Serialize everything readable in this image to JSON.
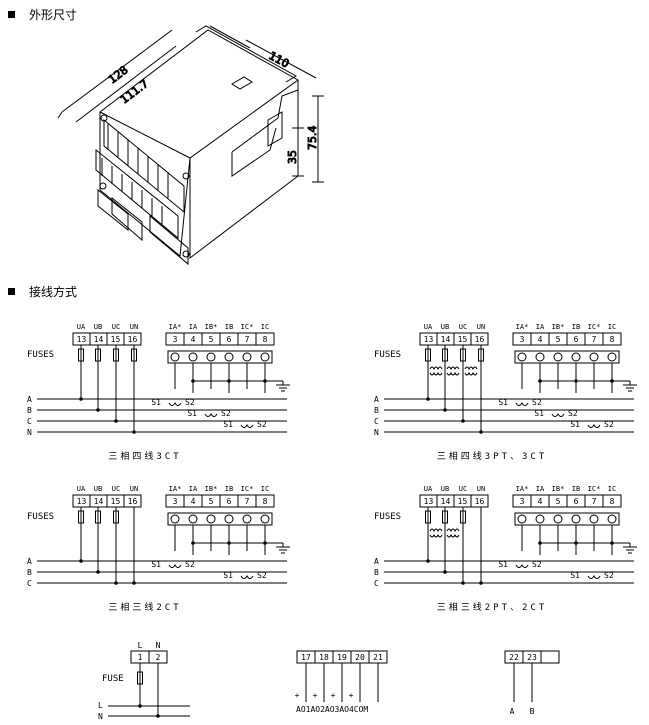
{
  "headings": {
    "dimensions": "外形尺寸",
    "wiring": "接线方式"
  },
  "dimensions": {
    "d128": "128",
    "d111_7": "111.7",
    "d110": "110",
    "d35": "35",
    "d75_4": "75.4"
  },
  "diagrams": {
    "d1": {
      "vlabels": [
        "UA",
        "UB",
        "UC",
        "UN"
      ],
      "vterms": [
        "13",
        "14",
        "15",
        "16"
      ],
      "ilabels": [
        "IA*",
        "IA",
        "IB*",
        "IB",
        "IC*",
        "IC"
      ],
      "iterms": [
        "3",
        "4",
        "5",
        "6",
        "7",
        "8"
      ],
      "fuses": "FUSES",
      "lines": [
        "A",
        "B",
        "C",
        "N"
      ],
      "s": [
        "S1",
        "S2"
      ],
      "caption": "三相四线3CT"
    },
    "d2": {
      "vlabels": [
        "UA",
        "UB",
        "UC",
        "UN"
      ],
      "vterms": [
        "13",
        "14",
        "15",
        "16"
      ],
      "ilabels": [
        "IA*",
        "IA",
        "IB*",
        "IB",
        "IC*",
        "IC"
      ],
      "iterms": [
        "3",
        "4",
        "5",
        "6",
        "7",
        "8"
      ],
      "fuses": "FUSES",
      "lines": [
        "A",
        "B",
        "C",
        "N"
      ],
      "s": [
        "S1",
        "S2"
      ],
      "caption": "三相四线3PT、3CT"
    },
    "d3": {
      "vlabels": [
        "UA",
        "UB",
        "UC",
        "UN"
      ],
      "vterms": [
        "13",
        "14",
        "15",
        "16"
      ],
      "ilabels": [
        "IA*",
        "IA",
        "IB*",
        "IB",
        "IC*",
        "IC"
      ],
      "iterms": [
        "3",
        "4",
        "5",
        "6",
        "7",
        "8"
      ],
      "fuses": "FUSES",
      "lines": [
        "A",
        "B",
        "C"
      ],
      "s": [
        "S1",
        "S2"
      ],
      "caption": "三相三线2CT"
    },
    "d4": {
      "vlabels": [
        "UA",
        "UB",
        "UC",
        "UN"
      ],
      "vterms": [
        "13",
        "14",
        "15",
        "16"
      ],
      "ilabels": [
        "IA*",
        "IA",
        "IB*",
        "IB",
        "IC*",
        "IC"
      ],
      "iterms": [
        "3",
        "4",
        "5",
        "6",
        "7",
        "8"
      ],
      "fuses": "FUSES",
      "lines": [
        "A",
        "B",
        "C"
      ],
      "s": [
        "S1",
        "S2"
      ],
      "caption": "三相三线2PT、2CT"
    }
  },
  "power": {
    "labels": [
      "L",
      "N"
    ],
    "terms": [
      "1",
      "2"
    ],
    "fuse": "FUSE",
    "lines": [
      "L",
      "N"
    ]
  },
  "outputs": {
    "terms": [
      "17",
      "18",
      "19",
      "20",
      "21"
    ],
    "signs": [
      "+",
      "+",
      "+",
      "+"
    ],
    "labels": "AO1AO2AO3AO4COM"
  },
  "comm": {
    "terms": [
      "22",
      "23",
      ""
    ],
    "labels": [
      "A",
      "B"
    ]
  }
}
